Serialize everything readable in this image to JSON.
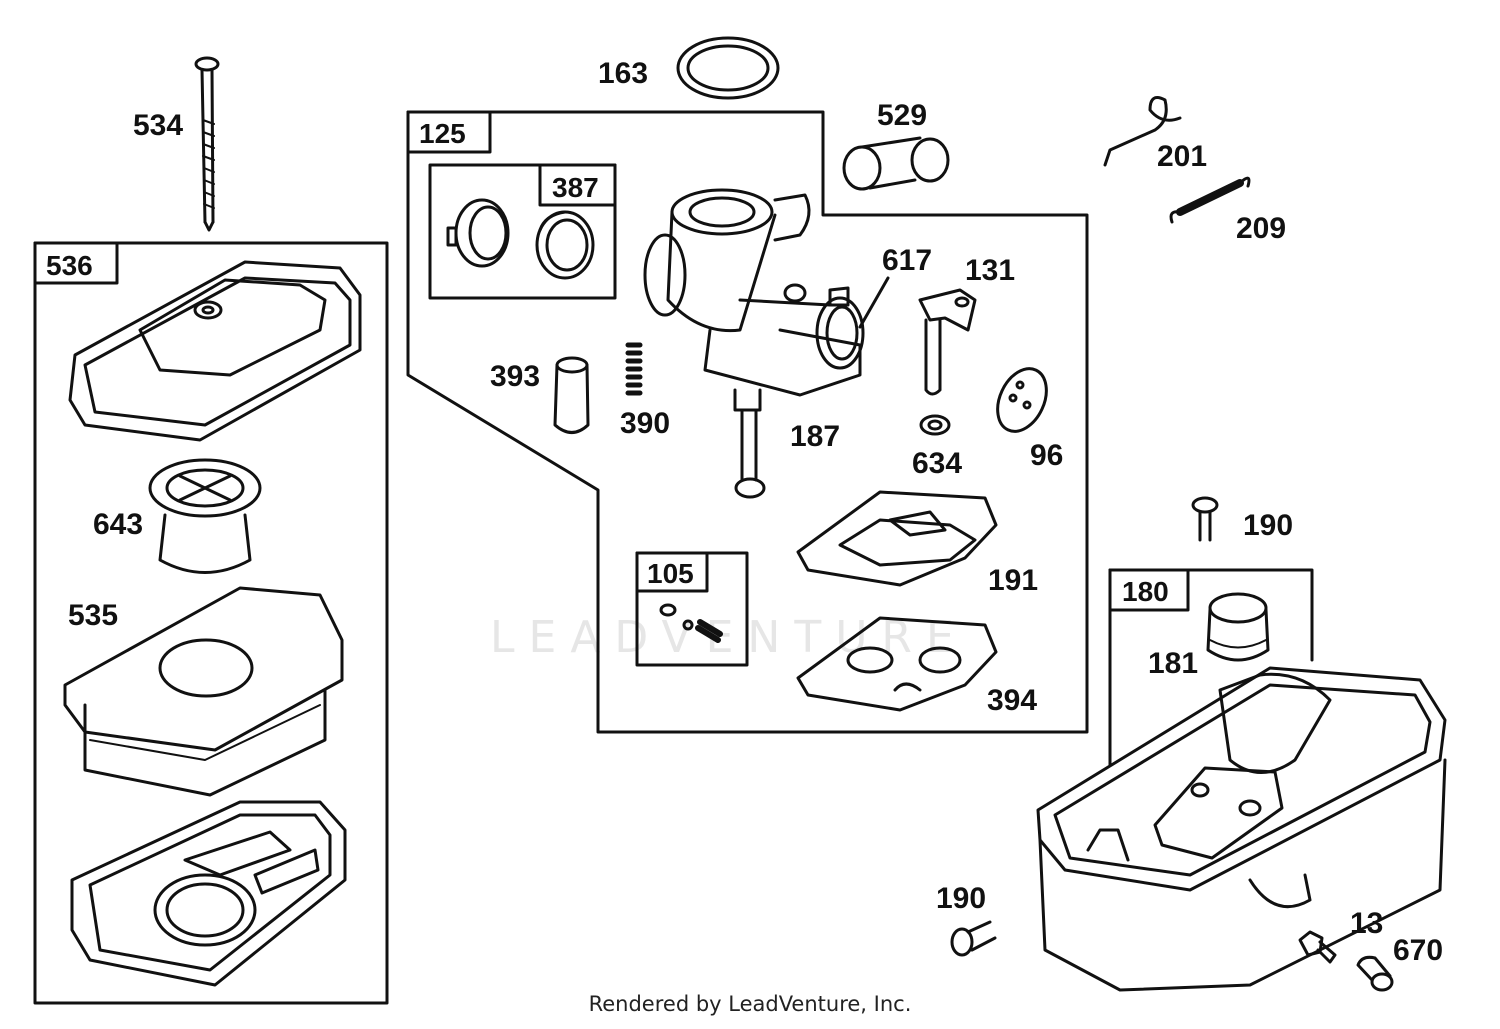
{
  "footer": "Rendered by LeadVenture, Inc.",
  "watermark": "LEADVENTURE",
  "boxes": {
    "b536": "536",
    "b125": "125",
    "b387": "387",
    "b105": "105",
    "b180": "180"
  },
  "labels": {
    "p534": "534",
    "p643": "643",
    "p535": "535",
    "p163": "163",
    "p529": "529",
    "p617": "617",
    "p131": "131",
    "p393": "393",
    "p390": "390",
    "p187": "187",
    "p634": "634",
    "p96": "96",
    "p191": "191",
    "p394": "394",
    "p201": "201",
    "p209": "209",
    "p190a": "190",
    "p181": "181",
    "p190b": "190",
    "p13": "13",
    "p670": "670"
  }
}
